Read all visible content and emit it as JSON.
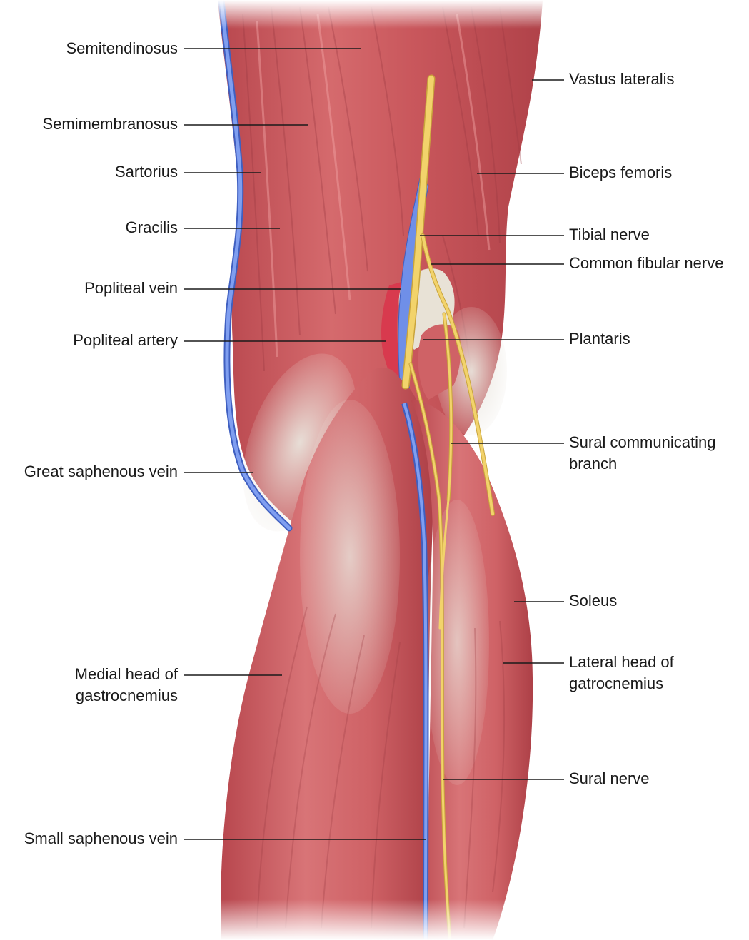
{
  "colors": {
    "muscle": "#c9575c",
    "muscle_dark": "#a93f46",
    "muscle_light": "#e58d8e",
    "tendon": "#d9d4cc",
    "vein": "#6f8fe8",
    "artery": "#d83a4e",
    "nerve": "#f2d36b",
    "leader": "#1a1a1a"
  },
  "labels_left": [
    {
      "id": "semitendinosus",
      "lines": [
        "Semitendinosus"
      ]
    },
    {
      "id": "semimembranosus",
      "lines": [
        "Semimembranosus"
      ]
    },
    {
      "id": "sartorius",
      "lines": [
        "Sartorius"
      ]
    },
    {
      "id": "gracilis",
      "lines": [
        "Gracilis"
      ]
    },
    {
      "id": "popliteal-vein",
      "lines": [
        "Popliteal vein"
      ]
    },
    {
      "id": "popliteal-artery",
      "lines": [
        "Popliteal artery"
      ]
    },
    {
      "id": "great-saphenous-vein",
      "lines": [
        "Great saphenous vein"
      ]
    },
    {
      "id": "medial-head-gastrocnemius",
      "lines": [
        "Medial head of",
        "gastrocnemius"
      ]
    },
    {
      "id": "small-saphenous-vein",
      "lines": [
        "Small saphenous vein"
      ]
    }
  ],
  "labels_right": [
    {
      "id": "vastus-lateralis",
      "lines": [
        "Vastus lateralis"
      ]
    },
    {
      "id": "biceps-femoris",
      "lines": [
        "Biceps femoris"
      ]
    },
    {
      "id": "tibial-nerve",
      "lines": [
        "Tibial nerve"
      ]
    },
    {
      "id": "common-fibular-nerve",
      "lines": [
        "Common fibular nerve"
      ]
    },
    {
      "id": "plantaris",
      "lines": [
        "Plantaris"
      ]
    },
    {
      "id": "sural-communicating-branch",
      "lines": [
        "Sural communicating",
        "branch"
      ]
    },
    {
      "id": "soleus",
      "lines": [
        "Soleus"
      ]
    },
    {
      "id": "lateral-head-gastrocnemius",
      "lines": [
        "Lateral head of",
        "gatrocnemius"
      ]
    },
    {
      "id": "sural-nerve",
      "lines": [
        "Sural nerve"
      ]
    }
  ]
}
